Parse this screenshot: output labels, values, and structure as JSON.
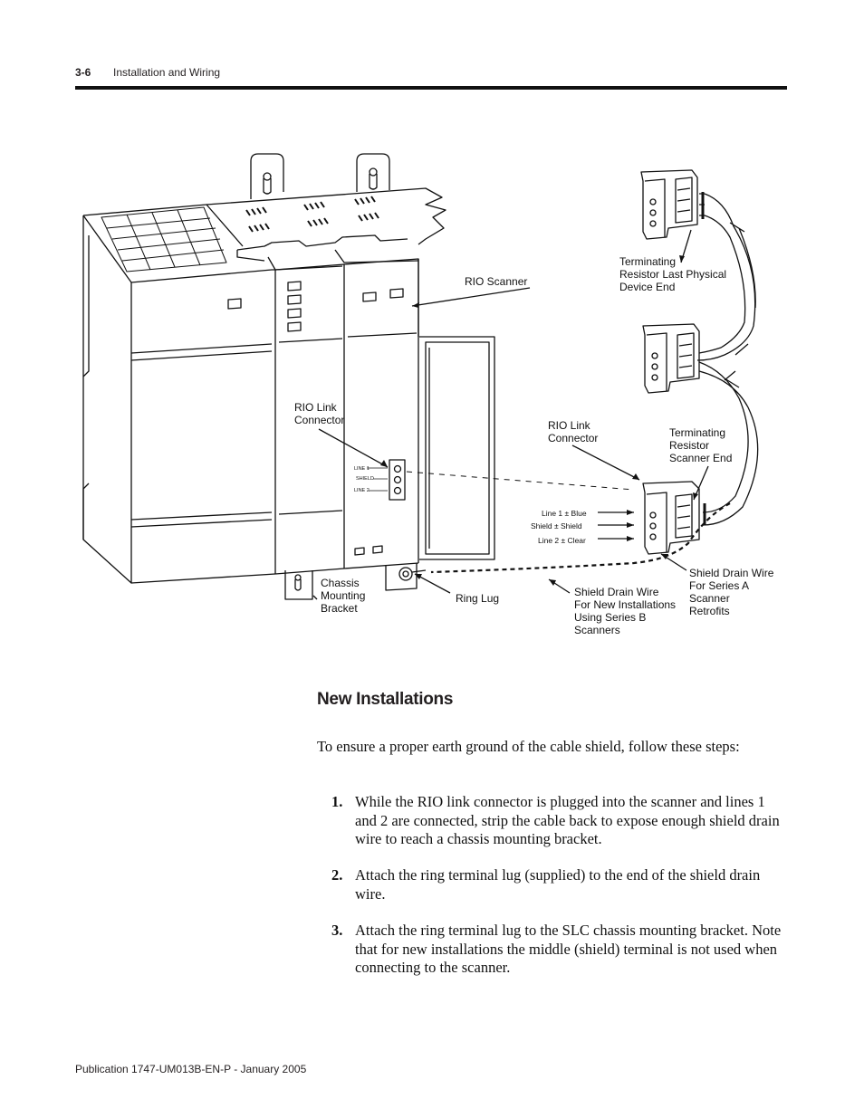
{
  "header": {
    "page_number": "3-6",
    "title": "Installation and Wiring"
  },
  "figure": {
    "labels": {
      "rio_scanner": "RIO Scanner",
      "rio_link_connector_left_1": "RIO Link",
      "rio_link_connector_left_2": "Connector",
      "rio_link_connector_right_1": "RIO Link",
      "rio_link_connector_right_2": "Connector",
      "chassis_bracket_1": "Chassis",
      "chassis_bracket_2": "Mounting",
      "chassis_bracket_3": "Bracket",
      "ring_lug": "Ring Lug",
      "term_last_1": "Terminating",
      "term_last_2": "Resistor Last Physical",
      "term_last_3": "Device End",
      "term_scanner_1": "Terminating",
      "term_scanner_2": "Resistor",
      "term_scanner_3": "Scanner End",
      "drain_b_1": "Shield Drain Wire",
      "drain_b_2": "For New Installations",
      "drain_b_3": "Using Series B",
      "drain_b_4": "Scanners",
      "drain_a_1": "Shield Drain Wire",
      "drain_a_2": "For Series A",
      "drain_a_3": "Scanner",
      "drain_a_4": "Retrofits",
      "line1_blue": "Line  1 ± Blue",
      "shield_shield": "Shield  ± Shield",
      "line2_clear": "Line 2 ± Clear",
      "panel_line1": "LINE 1",
      "panel_shield": "SHIELD",
      "panel_line2": "LINE 2"
    }
  },
  "section_title": "New Installations",
  "intro": "To ensure a proper earth ground of the cable shield, follow these steps:",
  "steps": [
    {
      "num": "1.",
      "text": "While the RIO link connector is plugged into the scanner and lines 1 and 2 are connected, strip the cable back to expose enough shield drain wire to reach a chassis mounting bracket."
    },
    {
      "num": "2.",
      "text": "Attach the ring terminal lug (supplied) to the end of the shield drain wire."
    },
    {
      "num": "3.",
      "text": "Attach the ring terminal lug to the SLC chassis mounting bracket. Note that for new installations the middle (shield) terminal is not used when connecting to the scanner."
    }
  ],
  "footer": "Publication 1747-UM013B-EN-P - January 2005"
}
